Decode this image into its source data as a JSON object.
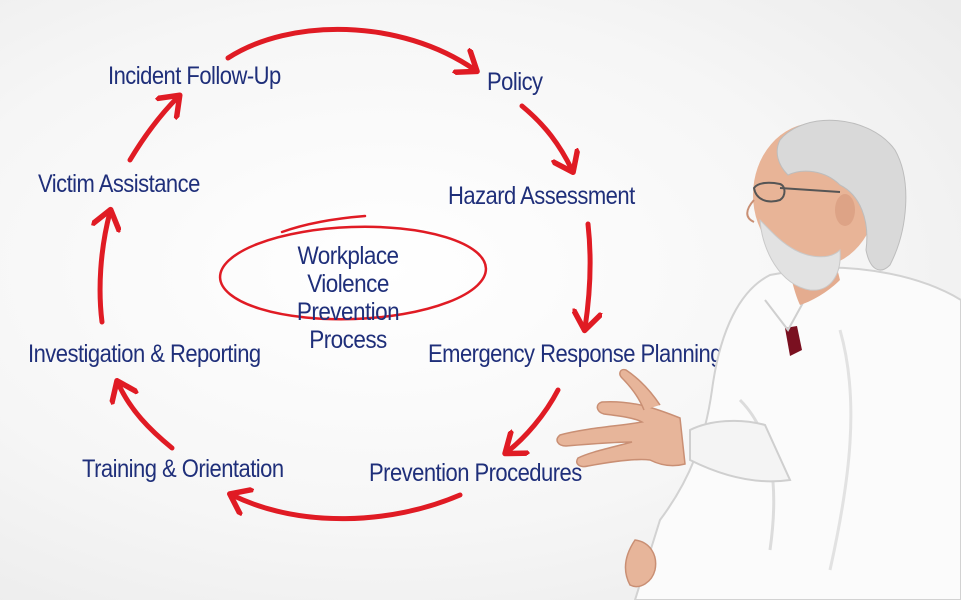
{
  "diagram": {
    "center": {
      "line1": "Workplace Violence",
      "line2": "Prevention Process"
    },
    "steps": [
      "Policy",
      "Hazard Assessment",
      "Emergency Response Planning",
      "Prevention Procedures",
      "Training & Orientation",
      "Investigation & Reporting",
      "Victim Assistance",
      "Incident Follow-Up"
    ]
  },
  "colors": {
    "arrow": "#e01b24",
    "text": "#1f2f7a"
  }
}
